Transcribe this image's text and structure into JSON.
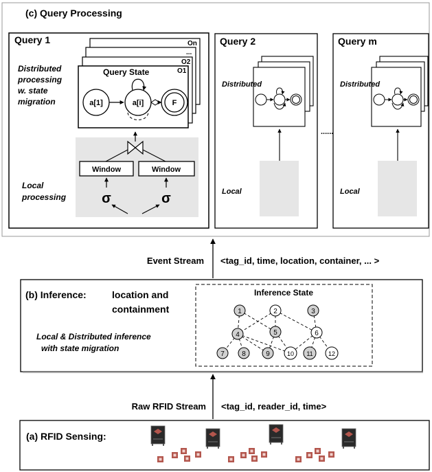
{
  "section_c": {
    "title": "(c) Query Processing",
    "query1": {
      "title": "Query 1",
      "stack_labels": [
        "On",
        "...",
        "O2",
        "O1"
      ],
      "state_title": "Query  State",
      "states": [
        "a[1]",
        "a[i]",
        "F"
      ],
      "distributed_label": [
        "Distributed",
        "processing",
        "w. state",
        "migration"
      ],
      "local_label": [
        "Local",
        "processing"
      ],
      "window_labels": [
        "Window",
        "Window"
      ],
      "sigma": "σ"
    },
    "query2": {
      "title": "Query 2",
      "distributed_label": "Distributed",
      "local_label": "Local"
    },
    "ellipsis": "......",
    "querym": {
      "title": "Query m",
      "distributed_label": "Distributed",
      "local_label": "Local"
    }
  },
  "event_stream": {
    "label": "Event Stream",
    "tuple": "<tag_id, time, location, container, ... >"
  },
  "section_b": {
    "title": "(b) Inference:",
    "subtitle": [
      "location and",
      "containment"
    ],
    "desc": [
      "Local & Distributed inference",
      "with state migration"
    ],
    "state_title": "Inference State",
    "nodes": [
      "1",
      "2",
      "3",
      "4",
      "5",
      "6",
      "7",
      "8",
      "9",
      "10",
      "11",
      "12"
    ]
  },
  "raw_stream": {
    "label": "Raw RFID Stream",
    "tuple": "<tag_id, reader_id, time>"
  },
  "section_a": {
    "title": "(a) RFID Sensing:"
  },
  "colors": {
    "panel_gray": "#e6e6e6",
    "node_gray": "#d0d0d0",
    "tag_red": "#b3564d",
    "reader_dark": "#2a2a2a"
  }
}
